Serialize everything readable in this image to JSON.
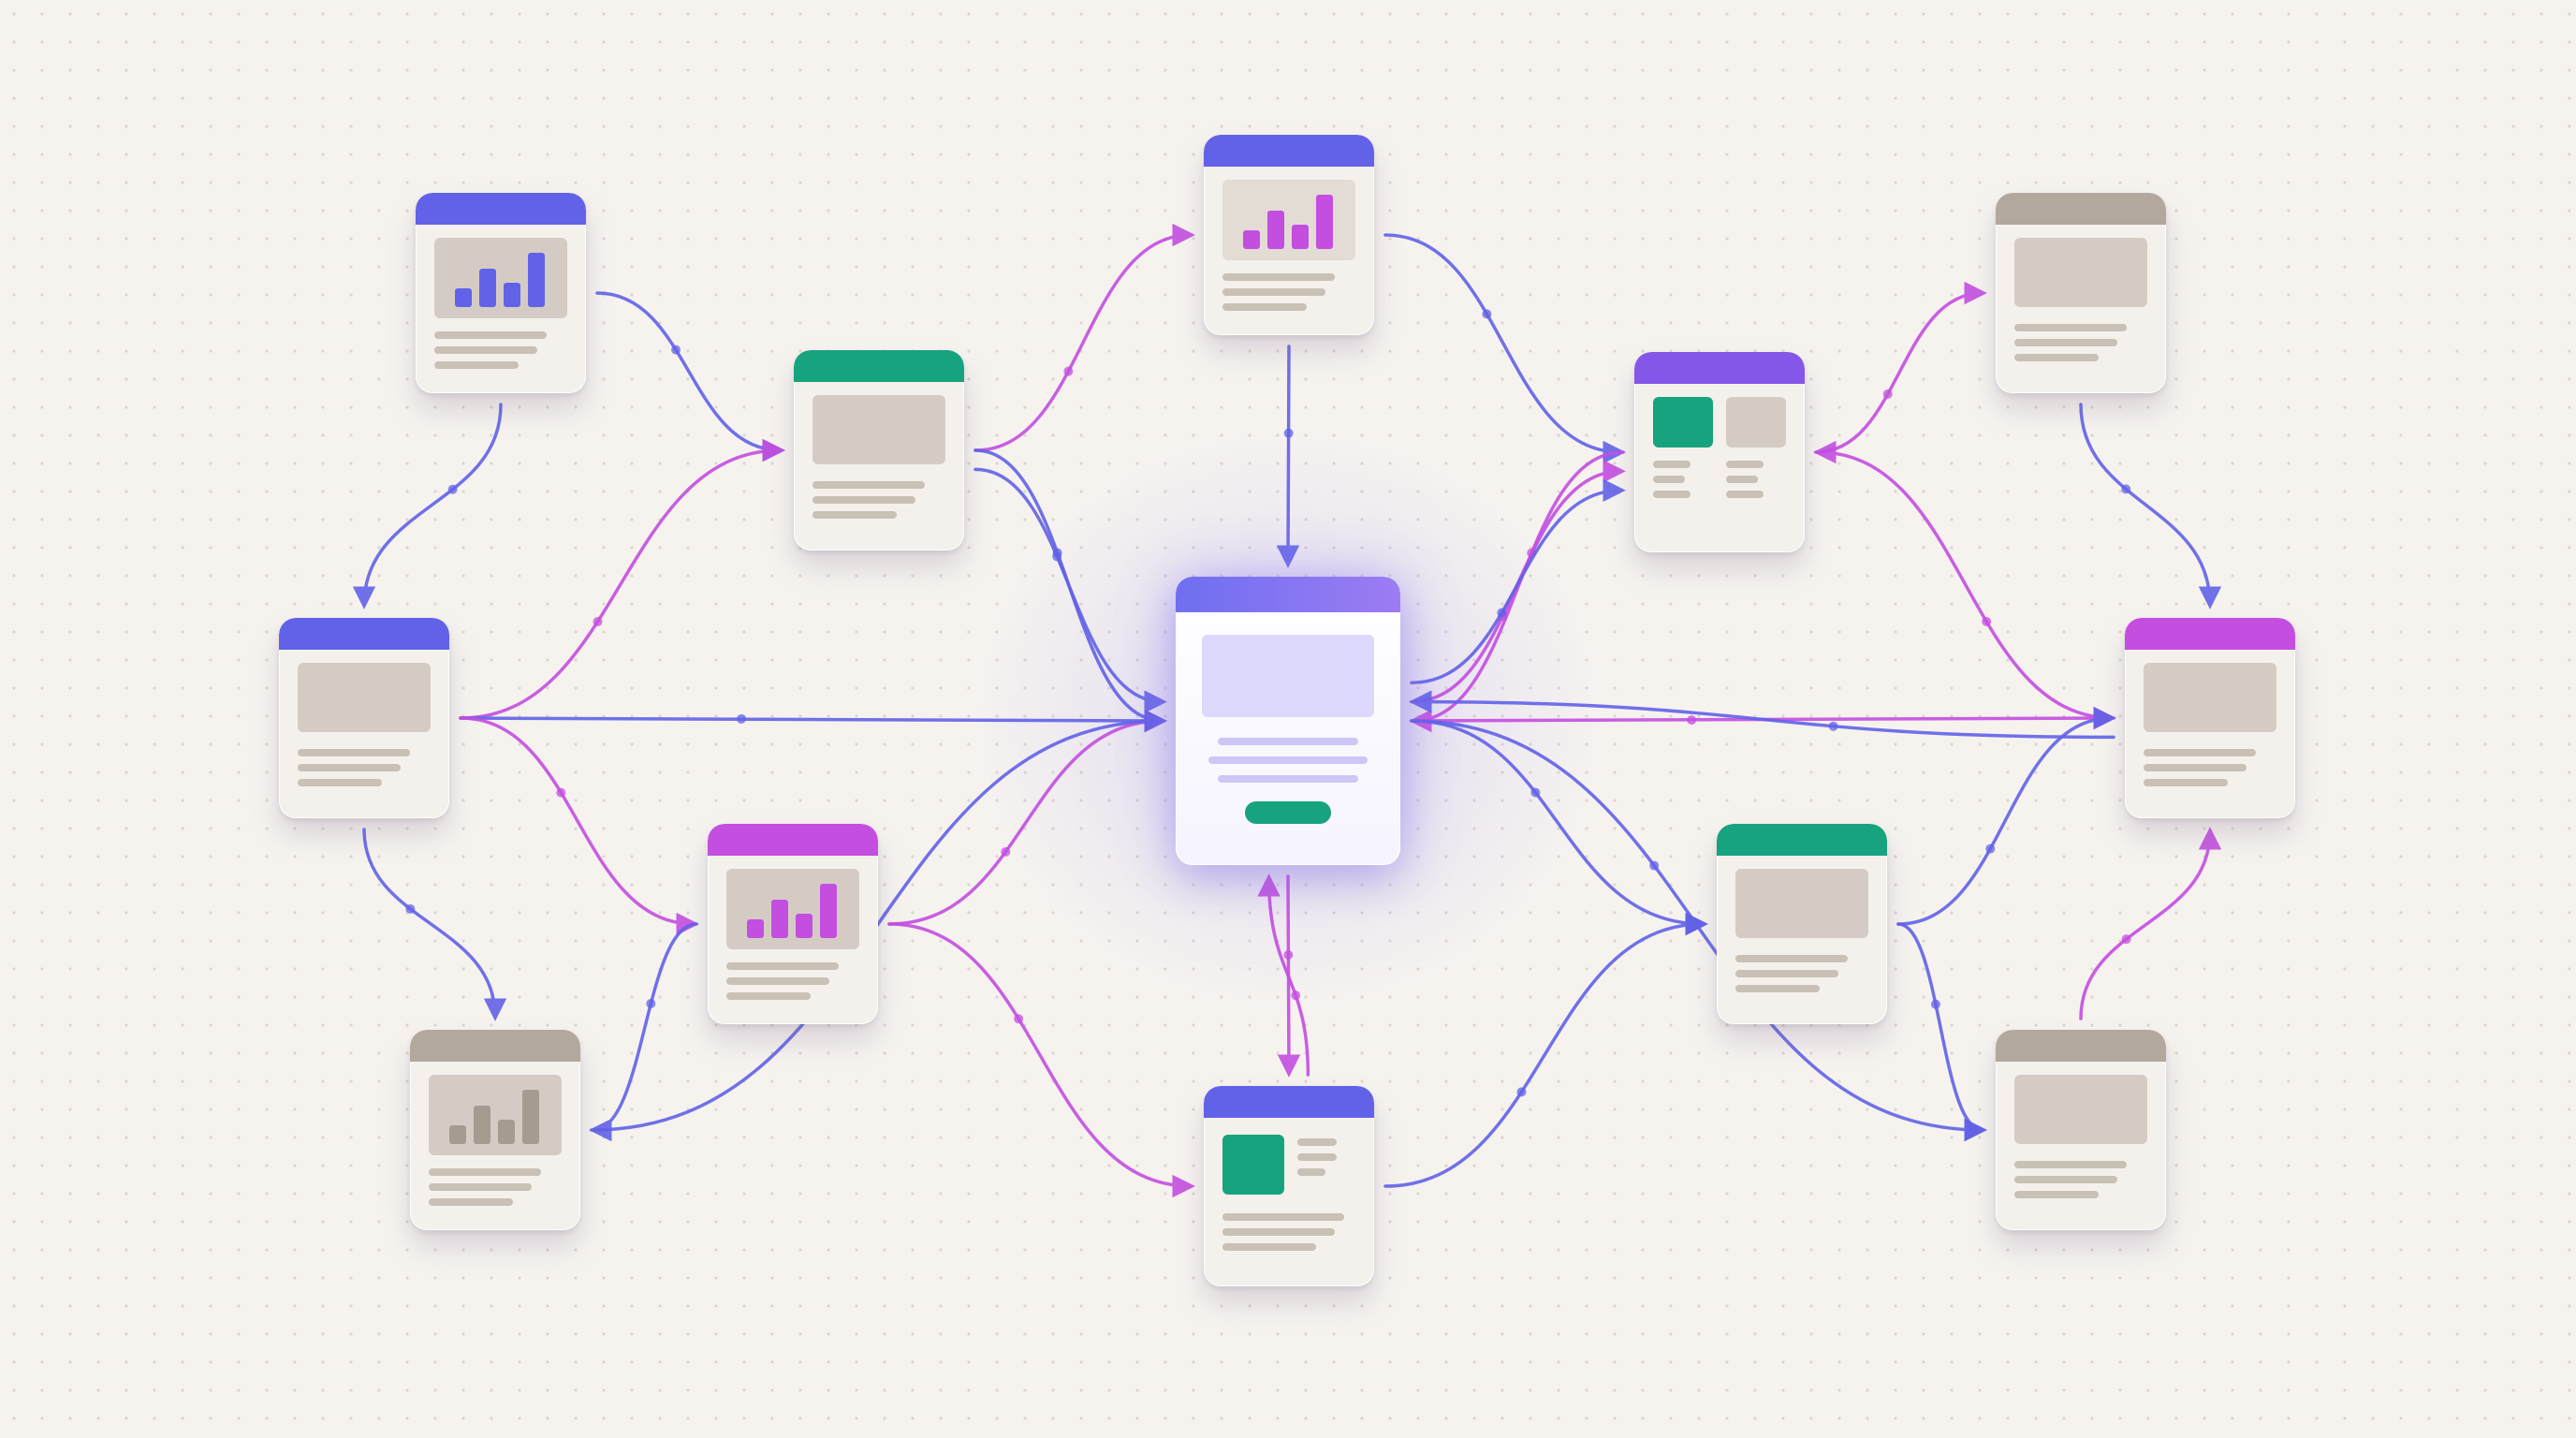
{
  "colors": {
    "background": "#f6f3ef",
    "indigo": "#6262e8",
    "magenta": "#c44ee0",
    "green": "#16a37e",
    "violet": "#8457e8",
    "taupe": "#b3a89d",
    "panel": "#d4ccc4"
  },
  "nodes": [
    {
      "id": "n1",
      "header": "indigo",
      "content": "bar-chart",
      "chart_color": "indigo"
    },
    {
      "id": "n2",
      "header": "indigo",
      "content": "panel"
    },
    {
      "id": "n3",
      "header": "taupe",
      "content": "bar-chart",
      "chart_color": "taupe"
    },
    {
      "id": "n4",
      "header": "green",
      "content": "panel"
    },
    {
      "id": "n5",
      "header": "magenta",
      "content": "bar-chart",
      "chart_color": "magenta"
    },
    {
      "id": "n6",
      "header": "indigo",
      "content": "bar-chart",
      "chart_color": "magenta"
    },
    {
      "id": "hub",
      "header": "indigo",
      "content": "form-with-button"
    },
    {
      "id": "n8",
      "header": "indigo",
      "content": "tile-list",
      "tile_color": "green"
    },
    {
      "id": "n9",
      "header": "violet",
      "content": "two-tiles",
      "tile_color": "green"
    },
    {
      "id": "n10",
      "header": "green",
      "content": "panel"
    },
    {
      "id": "n11",
      "header": "taupe",
      "content": "panel"
    },
    {
      "id": "n12",
      "header": "magenta",
      "content": "panel"
    },
    {
      "id": "n13",
      "header": "taupe",
      "content": "panel"
    }
  ],
  "edges": [
    {
      "from": "n1",
      "to": "n4",
      "color": "indigo"
    },
    {
      "from": "n1",
      "to": "n2",
      "color": "indigo"
    },
    {
      "from": "n2",
      "to": "n4",
      "color": "magenta"
    },
    {
      "from": "n2",
      "to": "hub",
      "color": "indigo"
    },
    {
      "from": "n2",
      "to": "n5",
      "color": "magenta"
    },
    {
      "from": "n2",
      "to": "n3",
      "color": "indigo"
    },
    {
      "from": "n4",
      "to": "n6",
      "color": "magenta"
    },
    {
      "from": "n4",
      "to": "hub",
      "color": "indigo"
    },
    {
      "from": "n4",
      "to": "hub",
      "color": "indigo"
    },
    {
      "from": "n5",
      "to": "hub",
      "color": "magenta"
    },
    {
      "from": "n5",
      "to": "n3",
      "color": "indigo"
    },
    {
      "from": "n5",
      "to": "n8",
      "color": "magenta"
    },
    {
      "from": "n3",
      "to": "hub",
      "color": "indigo"
    },
    {
      "from": "hub",
      "to": "n8",
      "color": "magenta"
    },
    {
      "from": "n6",
      "to": "hub",
      "color": "indigo"
    },
    {
      "from": "n6",
      "to": "n9",
      "color": "indigo"
    },
    {
      "from": "n9",
      "to": "hub",
      "color": "magenta"
    },
    {
      "from": "hub",
      "to": "n9",
      "color": "magenta"
    },
    {
      "from": "hub",
      "to": "n9",
      "color": "indigo"
    },
    {
      "from": "n9",
      "to": "n11",
      "color": "magenta"
    },
    {
      "from": "n12",
      "to": "n9",
      "color": "magenta"
    },
    {
      "from": "n11",
      "to": "n12",
      "color": "indigo"
    },
    {
      "from": "hub",
      "to": "n12",
      "color": "magenta"
    },
    {
      "from": "hub",
      "to": "n10",
      "color": "indigo"
    },
    {
      "from": "n12",
      "to": "hub",
      "color": "indigo"
    },
    {
      "from": "n10",
      "to": "n12",
      "color": "indigo"
    },
    {
      "from": "n8",
      "to": "n10",
      "color": "indigo"
    },
    {
      "from": "n10",
      "to": "n13",
      "color": "indigo"
    },
    {
      "from": "hub",
      "to": "n13",
      "color": "indigo"
    },
    {
      "from": "n13",
      "to": "n12",
      "color": "magenta"
    },
    {
      "from": "n8",
      "to": "hub",
      "color": "magenta"
    }
  ]
}
